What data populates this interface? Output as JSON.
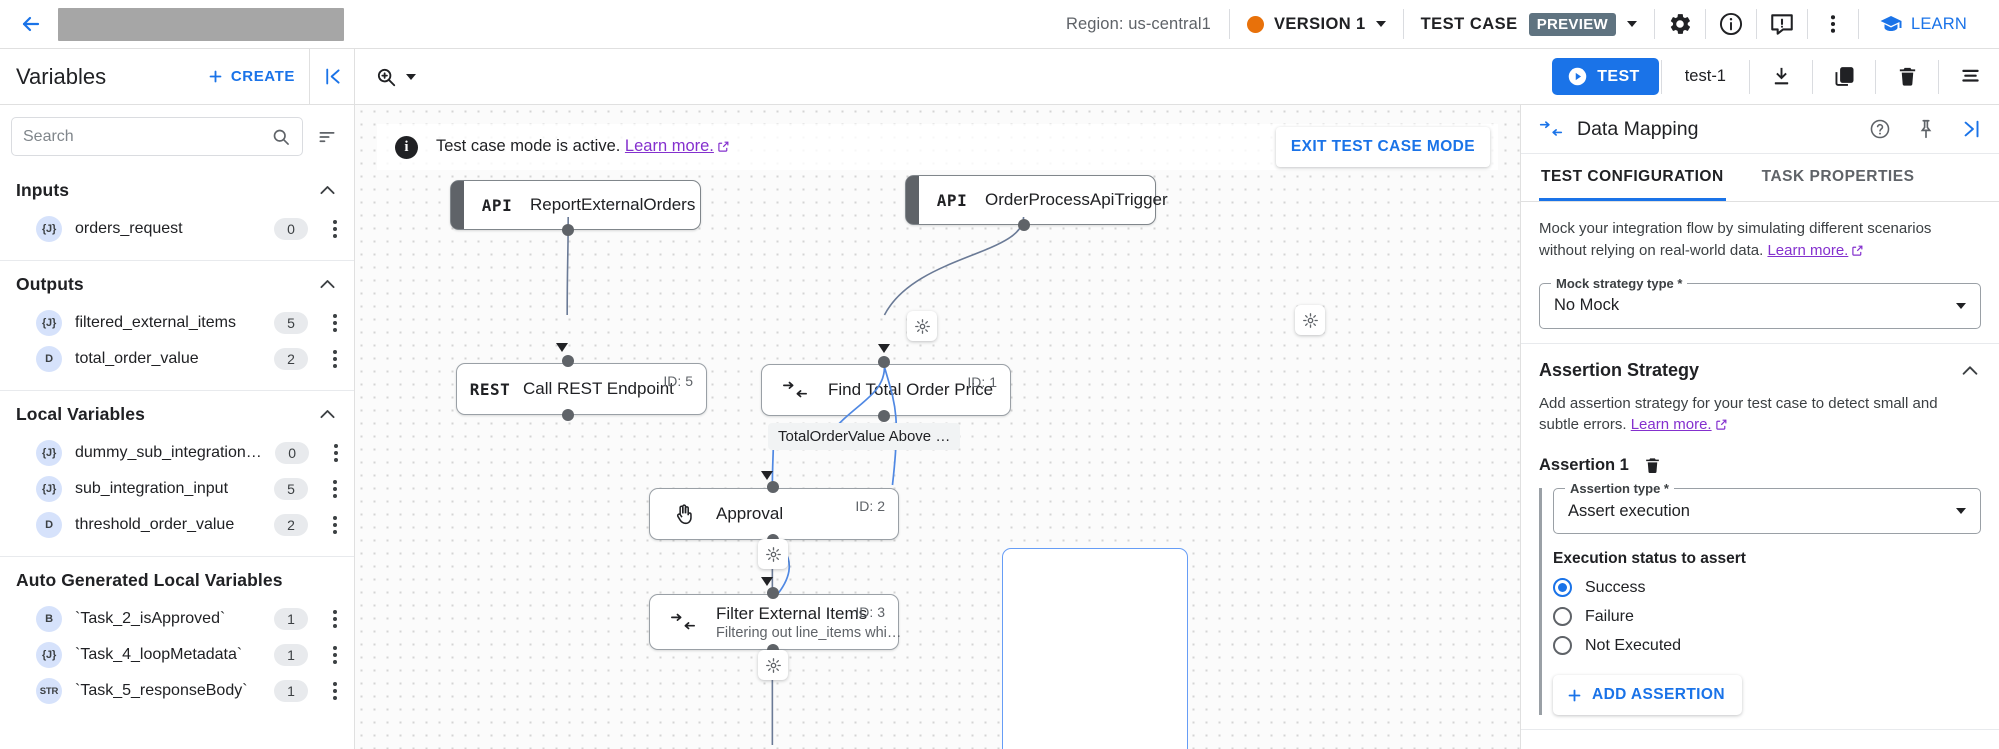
{
  "header": {
    "back_icon": "back-arrow-icon",
    "region": "Region: us-central1",
    "version": "VERSION 1",
    "test_case_label": "TEST CASE",
    "preview_badge": "PREVIEW",
    "settings_icon": "gear-icon",
    "info_icon": "info-icon",
    "feedback_icon": "feedback-icon",
    "more_icon": "more-vert-icon",
    "learn": "LEARN"
  },
  "toolbar": {
    "panel_title": "Variables",
    "create_label": "CREATE",
    "collapse_icon": "collapse-left-icon",
    "zoom_icon": "zoom-icon",
    "test_label": "TEST",
    "test_name": "test-1",
    "download_icon": "download-icon",
    "copy_icon": "copy-icon",
    "delete_icon": "delete-icon",
    "list_icon": "list-icon"
  },
  "sidebar": {
    "search": {
      "value": "",
      "placeholder": "Search"
    },
    "filter_icon": "filter-list-icon",
    "sections": [
      {
        "title": "Inputs",
        "items": [
          {
            "type": "{J}",
            "name": "orders_request",
            "count": "0"
          }
        ]
      },
      {
        "title": "Outputs",
        "items": [
          {
            "type": "{J}",
            "name": "filtered_external_items",
            "count": "5"
          },
          {
            "type": "D",
            "name": "total_order_value",
            "count": "2"
          }
        ]
      },
      {
        "title": "Local Variables",
        "items": [
          {
            "type": "{J}",
            "name": "dummy_sub_integration_var",
            "count": "0"
          },
          {
            "type": "{J}",
            "name": "sub_integration_input",
            "count": "5"
          },
          {
            "type": "D",
            "name": "threshold_order_value",
            "count": "2"
          }
        ]
      },
      {
        "title": "Auto Generated Local Variables",
        "items": [
          {
            "type": "B",
            "name": "`Task_2_isApproved`",
            "count": "1"
          },
          {
            "type": "{J}",
            "name": "`Task_4_loopMetadata`",
            "count": "1"
          },
          {
            "type": "STR",
            "name": "`Task_5_responseBody`",
            "count": "1"
          }
        ]
      }
    ]
  },
  "canvas": {
    "banner": {
      "text": "Test case mode is active.",
      "link": "Learn more.",
      "exit_label": "EXIT TEST CASE MODE"
    },
    "nodes": [
      {
        "icon": "API",
        "title": "ReportExternalOrders",
        "subtitle": "",
        "id": ""
      },
      {
        "icon": "API",
        "title": "OrderProcessApiTrigger",
        "subtitle": "",
        "id": ""
      },
      {
        "icon": "REST",
        "title": "Call REST Endpoint",
        "subtitle": "",
        "id": "ID: 5"
      },
      {
        "icon": "mapping",
        "title": "Find Total Order Price",
        "subtitle": "",
        "id": "ID: 1"
      },
      {
        "icon": "approval",
        "title": "Approval",
        "subtitle": "",
        "id": "ID: 2"
      },
      {
        "icon": "mapping",
        "title": "Filter External Items",
        "subtitle": "Filtering out line_items whi…",
        "id": "ID: 3"
      }
    ],
    "edge_label": "TotalOrderValue Above …"
  },
  "right_panel": {
    "title": "Data Mapping",
    "header_icons": [
      "mapping-icon",
      "help-icon",
      "pin-icon",
      "expand-right-icon"
    ],
    "tabs": [
      {
        "label": "TEST CONFIGURATION",
        "active": true
      },
      {
        "label": "TASK PROPERTIES",
        "active": false
      }
    ],
    "mock": {
      "description": "Mock your integration flow by simulating different scenarios without relying on real-world data.",
      "link": "Learn more.",
      "field_label": "Mock strategy type *",
      "field_value": "No Mock"
    },
    "assertion": {
      "section_title": "Assertion Strategy",
      "description": "Add assertion strategy for your test case to detect small and subtle errors.",
      "link": "Learn more.",
      "item_label": "Assertion 1",
      "delete_icon": "delete-icon",
      "type_label": "Assertion type *",
      "type_value": "Assert execution",
      "status_group_label": "Execution status to assert",
      "options": [
        {
          "label": "Success",
          "selected": true
        },
        {
          "label": "Failure",
          "selected": false
        },
        {
          "label": "Not Executed",
          "selected": false
        }
      ],
      "add_label": "ADD ASSERTION"
    }
  },
  "colors": {
    "accent": "#1a73e8",
    "version_dot": "#e8710a",
    "preview_badge": "#5f7380",
    "link": "#8430ce"
  }
}
